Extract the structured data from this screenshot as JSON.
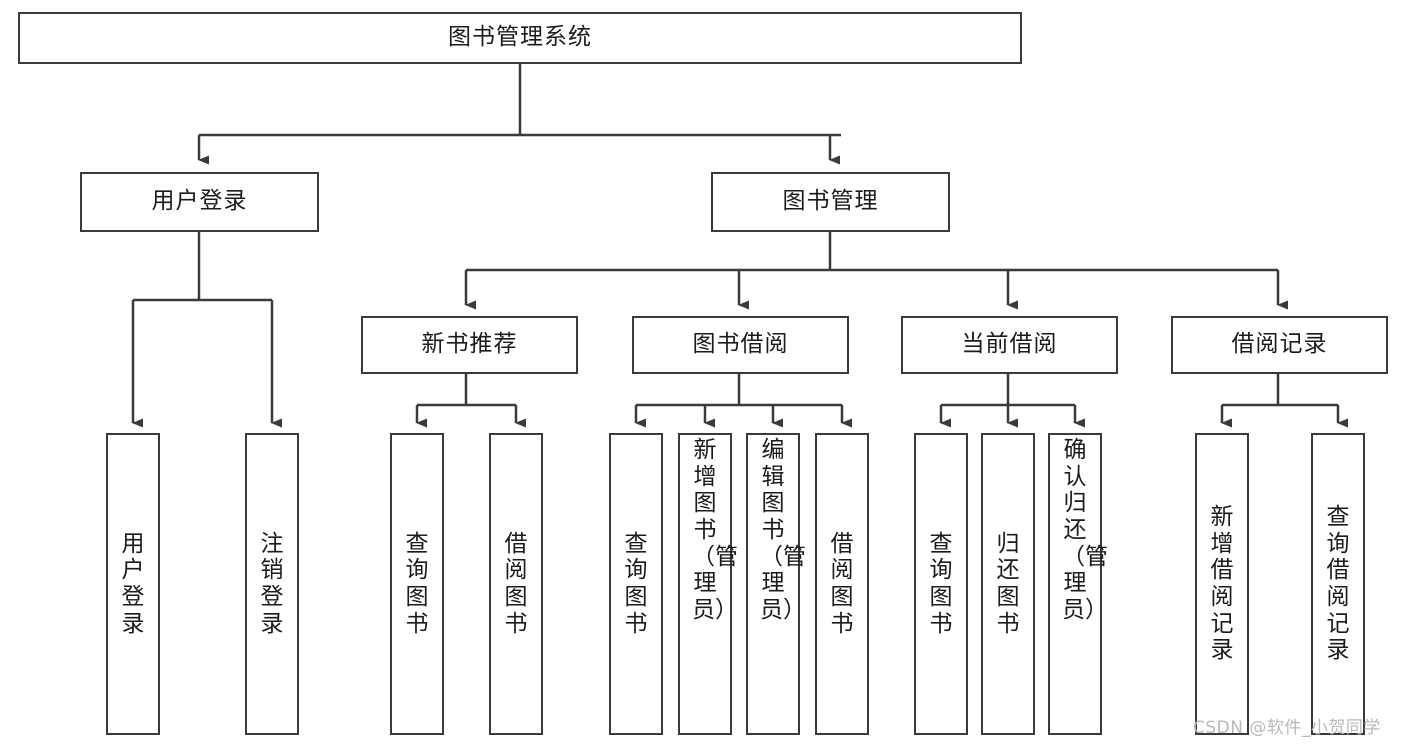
{
  "diagram": {
    "type": "tree-hierarchy-chart",
    "title": "图书管理系统",
    "colors": {
      "stroke": "#3a3a3a",
      "fill": "#ffffff",
      "text": "#1b1b1b",
      "watermark": "#b9b9b9"
    },
    "root": {
      "label": "图书管理系统"
    },
    "level2": [
      {
        "label": "用户登录"
      },
      {
        "label": "图书管理"
      }
    ],
    "level3": [
      {
        "label": "新书推荐"
      },
      {
        "label": "图书借阅"
      },
      {
        "label": "当前借阅"
      },
      {
        "label": "借阅记录"
      }
    ],
    "leaves": {
      "user_login": [
        {
          "label": "用户登录"
        },
        {
          "label": "注销登录"
        }
      ],
      "new_book_recommend": [
        {
          "label": "查询图书"
        },
        {
          "label": "借阅图书"
        }
      ],
      "book_borrow": [
        {
          "label": "查询图书"
        },
        {
          "label": "新增图书（管理员）"
        },
        {
          "label": "编辑图书（管理员）"
        },
        {
          "label": "借阅图书"
        }
      ],
      "current_borrow": [
        {
          "label": "查询图书"
        },
        {
          "label": "归还图书"
        },
        {
          "label": "确认归还（管理员）"
        }
      ],
      "borrow_record": [
        {
          "label": "新增借阅记录"
        },
        {
          "label": "查询借阅记录"
        }
      ]
    }
  },
  "watermark": {
    "text": "CSDN @软件_小贺同学"
  }
}
